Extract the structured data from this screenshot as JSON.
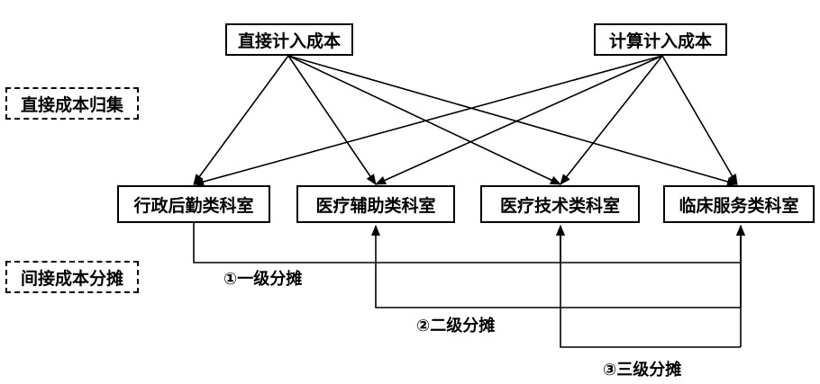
{
  "sources": {
    "direct": "直接计入成本",
    "computed": "计算计入成本"
  },
  "stages": {
    "collect": "直接成本归集",
    "allocate": "间接成本分摊"
  },
  "departments": [
    "行政后勤类科室",
    "医疗辅助类科室",
    "医疗技术类科室",
    "临床服务类科室"
  ],
  "allocation_levels": [
    "①一级分摊",
    "②二级分摊",
    "③三级分摊"
  ]
}
